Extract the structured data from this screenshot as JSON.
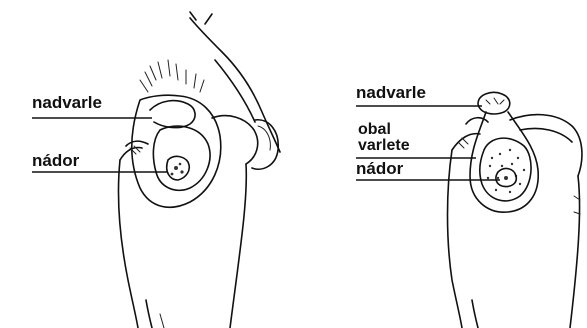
{
  "figures": [
    {
      "labels": [
        {
          "key": "nadvarle",
          "text": "nadvarle"
        },
        {
          "key": "nador",
          "text": "nádor"
        }
      ]
    },
    {
      "labels": [
        {
          "key": "nadvarle",
          "text": "nadvarle"
        },
        {
          "key": "obal",
          "text": "obal"
        },
        {
          "key": "varlete",
          "text": "varlete"
        },
        {
          "key": "nador",
          "text": "nádor"
        }
      ]
    }
  ]
}
